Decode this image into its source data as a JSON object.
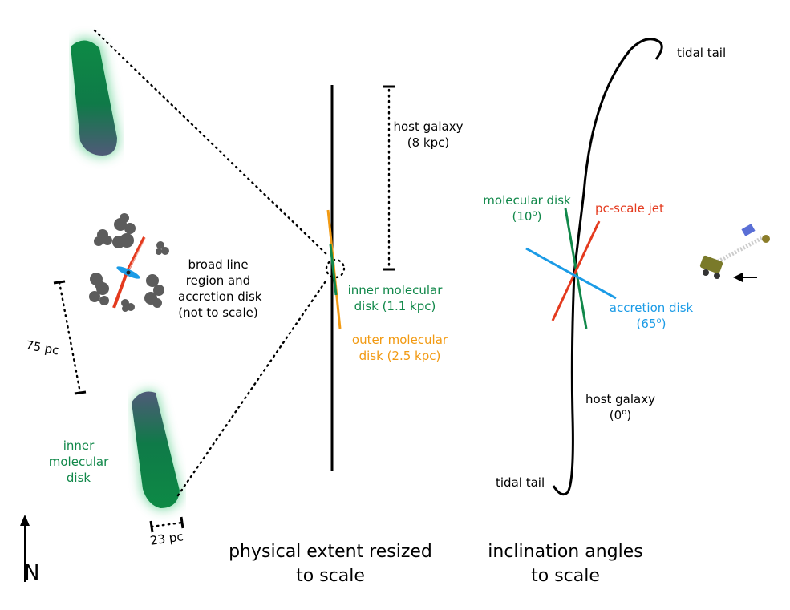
{
  "colors": {
    "green": "#11884a",
    "orange": "#f29a12",
    "red": "#e43a1e",
    "blue": "#1b9be6",
    "black": "#000000",
    "cloud": "#606060"
  },
  "labels": {
    "blr": [
      "broad line",
      "region and",
      "accretion disk",
      "(not to scale)"
    ],
    "scale_75": "75 pc",
    "scale_23": "23 pc",
    "inner_disk_left": [
      "inner",
      "molecular",
      "disk"
    ],
    "north": "N",
    "host_galaxy_size": [
      "host galaxy",
      "(8 kpc)"
    ],
    "inner_disk_size": [
      "inner molecular",
      "disk (1.1 kpc)"
    ],
    "outer_disk_size": [
      "outer molecular",
      "disk (2.5 kpc)"
    ],
    "caption_left": [
      "physical extent resized",
      "to scale"
    ],
    "tidal_tail_top": "tidal tail",
    "tidal_tail_bottom": "tidal tail",
    "mol_disk_angle": [
      "molecular disk",
      "(10",
      "o",
      ")"
    ],
    "pc_jet": "pc-scale jet",
    "accretion_angle": [
      "accretion disk",
      "(65",
      "o",
      ")"
    ],
    "host_angle": [
      "host galaxy",
      "(0",
      "o",
      ")"
    ],
    "caption_right": [
      "inclination angles",
      "to scale"
    ]
  },
  "icons": [
    "north-arrow-icon",
    "observer-arrow-icon",
    "telescope-icon"
  ]
}
